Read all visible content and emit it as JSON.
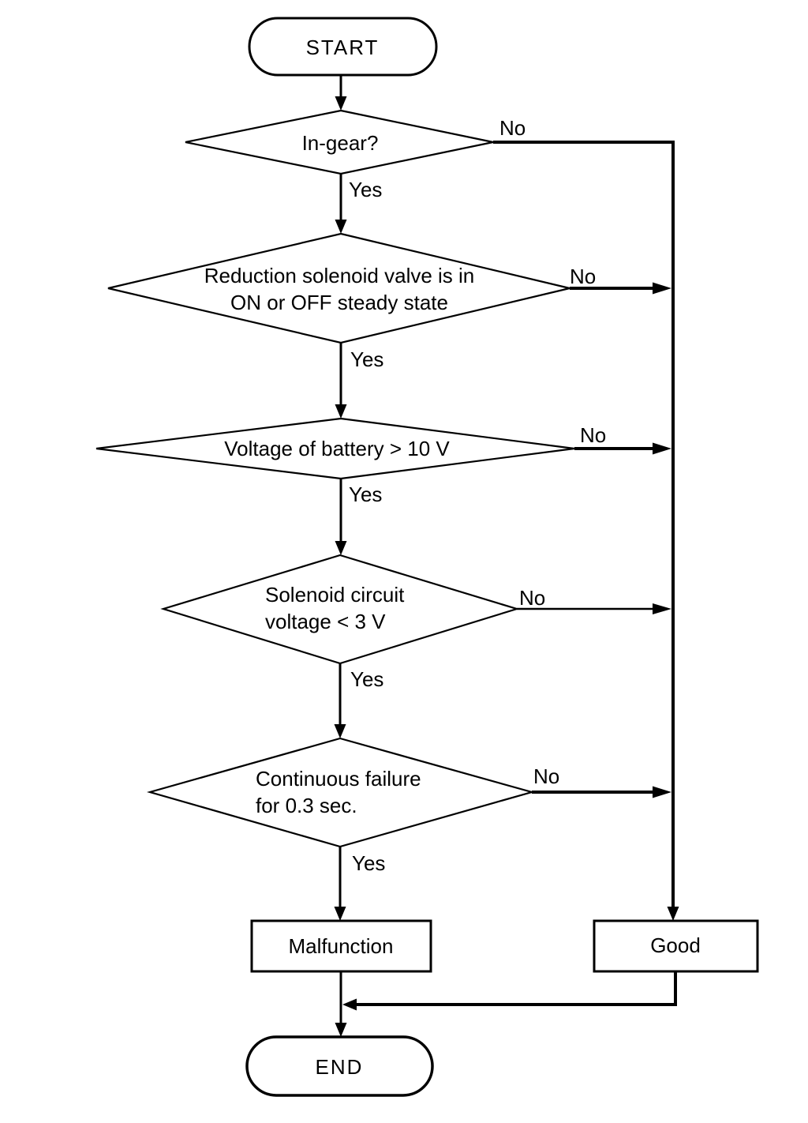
{
  "diagram": {
    "type": "flowchart",
    "background": "#ffffff",
    "line_color": "#000000",
    "start_label": "START",
    "end_label": "END",
    "decisions": [
      {
        "text_lines": [
          "In-gear?"
        ],
        "yes_label": "Yes",
        "no_label": "No"
      },
      {
        "text_lines": [
          "Reduction solenoid valve is in",
          "ON or OFF steady state"
        ],
        "yes_label": "Yes",
        "no_label": "No"
      },
      {
        "text_lines": [
          "Voltage of battery > 10 V"
        ],
        "yes_label": "Yes",
        "no_label": "No"
      },
      {
        "text_lines": [
          "Solenoid circuit",
          "voltage < 3 V"
        ],
        "yes_label": "Yes",
        "no_label": "No"
      },
      {
        "text_lines": [
          "Continuous failure",
          "for 0.3 sec."
        ],
        "yes_label": "Yes",
        "no_label": "No"
      }
    ],
    "outcomes": {
      "malfunction": "Malfunction",
      "good": "Good"
    }
  }
}
